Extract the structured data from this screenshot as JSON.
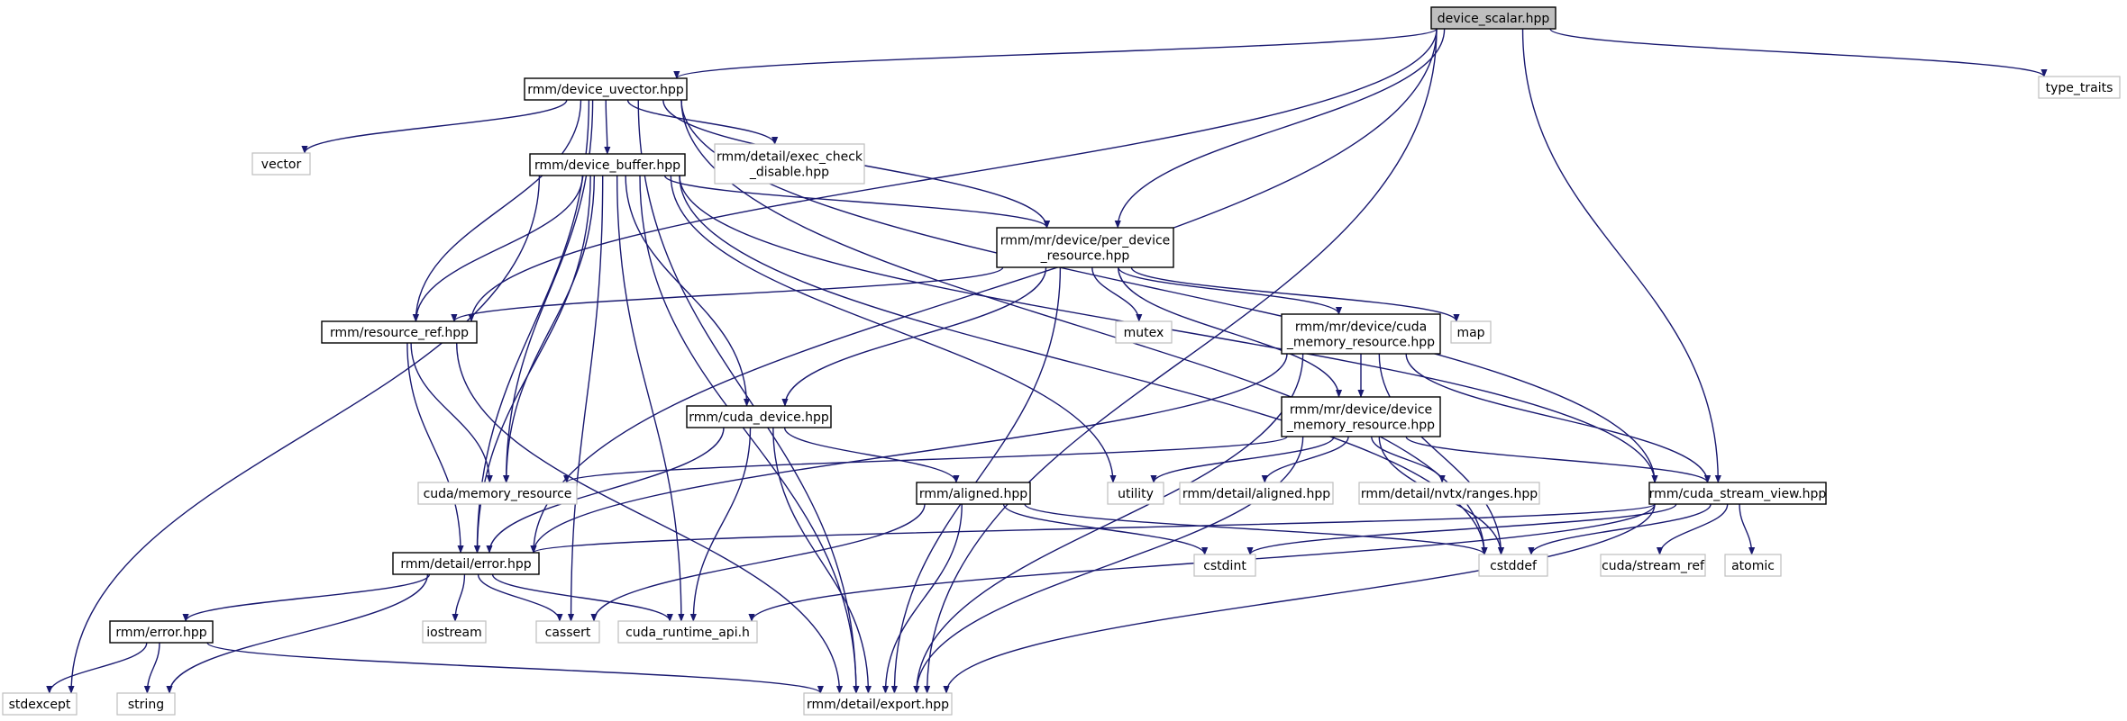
{
  "graph": {
    "colors": {
      "edge": "#191970",
      "main_border": "#000000",
      "ext_border": "#bfbfbf",
      "root_fill": "#bfbfbf"
    },
    "nodes": [
      {
        "id": "device_scalar",
        "label": [
          "device_scalar.hpp"
        ],
        "kind": "root"
      },
      {
        "id": "device_uvector",
        "label": [
          "rmm/device_uvector.hpp"
        ],
        "kind": "main"
      },
      {
        "id": "type_traits",
        "label": [
          "type_traits"
        ],
        "kind": "ext"
      },
      {
        "id": "vector",
        "label": [
          "vector"
        ],
        "kind": "ext"
      },
      {
        "id": "exec_check_disable",
        "label": [
          "rmm/detail/exec_check",
          "_disable.hpp"
        ],
        "kind": "ext"
      },
      {
        "id": "device_buffer",
        "label": [
          "rmm/device_buffer.hpp"
        ],
        "kind": "main"
      },
      {
        "id": "per_device_resource",
        "label": [
          "rmm/mr/device/per_device",
          "_resource.hpp"
        ],
        "kind": "main"
      },
      {
        "id": "resource_ref",
        "label": [
          "rmm/resource_ref.hpp"
        ],
        "kind": "main"
      },
      {
        "id": "mutex",
        "label": [
          "mutex"
        ],
        "kind": "ext"
      },
      {
        "id": "cuda_memory_resource",
        "label": [
          "rmm/mr/device/cuda",
          "_memory_resource.hpp"
        ],
        "kind": "main"
      },
      {
        "id": "map",
        "label": [
          "map"
        ],
        "kind": "ext"
      },
      {
        "id": "cuda_device",
        "label": [
          "rmm/cuda_device.hpp"
        ],
        "kind": "main"
      },
      {
        "id": "device_memory_resource",
        "label": [
          "rmm/mr/device/device",
          "_memory_resource.hpp"
        ],
        "kind": "main"
      },
      {
        "id": "cuda_memory_resource_ext",
        "label": [
          "cuda/memory_resource"
        ],
        "kind": "ext"
      },
      {
        "id": "aligned",
        "label": [
          "rmm/aligned.hpp"
        ],
        "kind": "main"
      },
      {
        "id": "utility",
        "label": [
          "utility"
        ],
        "kind": "ext"
      },
      {
        "id": "detail_aligned",
        "label": [
          "rmm/detail/aligned.hpp"
        ],
        "kind": "ext"
      },
      {
        "id": "nvtx_ranges",
        "label": [
          "rmm/detail/nvtx/ranges.hpp"
        ],
        "kind": "ext"
      },
      {
        "id": "cuda_stream_view",
        "label": [
          "rmm/cuda_stream_view.hpp"
        ],
        "kind": "main"
      },
      {
        "id": "detail_error",
        "label": [
          "rmm/detail/error.hpp"
        ],
        "kind": "main"
      },
      {
        "id": "cstdint",
        "label": [
          "cstdint"
        ],
        "kind": "ext"
      },
      {
        "id": "cstddef",
        "label": [
          "cstddef"
        ],
        "kind": "ext"
      },
      {
        "id": "stream_ref",
        "label": [
          "cuda/stream_ref"
        ],
        "kind": "ext"
      },
      {
        "id": "atomic",
        "label": [
          "atomic"
        ],
        "kind": "ext"
      },
      {
        "id": "rmm_error",
        "label": [
          "rmm/error.hpp"
        ],
        "kind": "main"
      },
      {
        "id": "iostream",
        "label": [
          "iostream"
        ],
        "kind": "ext"
      },
      {
        "id": "cassert",
        "label": [
          "cassert"
        ],
        "kind": "ext"
      },
      {
        "id": "cuda_runtime_api",
        "label": [
          "cuda_runtime_api.h"
        ],
        "kind": "ext"
      },
      {
        "id": "stdexcept",
        "label": [
          "stdexcept"
        ],
        "kind": "ext"
      },
      {
        "id": "string",
        "label": [
          "string"
        ],
        "kind": "ext"
      },
      {
        "id": "detail_export",
        "label": [
          "rmm/detail/export.hpp"
        ],
        "kind": "ext"
      }
    ],
    "edges": [
      [
        "device_scalar",
        "device_uvector"
      ],
      [
        "device_scalar",
        "type_traits"
      ],
      [
        "device_scalar",
        "per_device_resource"
      ],
      [
        "device_scalar",
        "resource_ref"
      ],
      [
        "device_scalar",
        "cuda_stream_view"
      ],
      [
        "device_scalar",
        "detail_error"
      ],
      [
        "device_scalar",
        "detail_export"
      ],
      [
        "device_uvector",
        "vector"
      ],
      [
        "device_uvector",
        "exec_check_disable"
      ],
      [
        "device_uvector",
        "device_buffer"
      ],
      [
        "device_uvector",
        "per_device_resource"
      ],
      [
        "device_uvector",
        "resource_ref"
      ],
      [
        "device_uvector",
        "cuda_memory_resource_ext"
      ],
      [
        "device_uvector",
        "cuda_stream_view"
      ],
      [
        "device_uvector",
        "cstddef"
      ],
      [
        "device_uvector",
        "detail_error"
      ],
      [
        "device_uvector",
        "detail_export"
      ],
      [
        "device_buffer",
        "per_device_resource"
      ],
      [
        "device_buffer",
        "resource_ref"
      ],
      [
        "device_buffer",
        "cuda_device"
      ],
      [
        "device_buffer",
        "cuda_memory_resource_ext"
      ],
      [
        "device_buffer",
        "utility"
      ],
      [
        "device_buffer",
        "cuda_stream_view"
      ],
      [
        "device_buffer",
        "cstddef"
      ],
      [
        "device_buffer",
        "detail_error"
      ],
      [
        "device_buffer",
        "cassert"
      ],
      [
        "device_buffer",
        "cuda_runtime_api"
      ],
      [
        "device_buffer",
        "stdexcept"
      ],
      [
        "device_buffer",
        "detail_export"
      ],
      [
        "per_device_resource",
        "resource_ref"
      ],
      [
        "per_device_resource",
        "mutex"
      ],
      [
        "per_device_resource",
        "cuda_memory_resource"
      ],
      [
        "per_device_resource",
        "map"
      ],
      [
        "per_device_resource",
        "cuda_device"
      ],
      [
        "per_device_resource",
        "device_memory_resource"
      ],
      [
        "per_device_resource",
        "detail_export"
      ],
      [
        "resource_ref",
        "cuda_memory_resource_ext"
      ],
      [
        "resource_ref",
        "detail_error"
      ],
      [
        "resource_ref",
        "detail_export"
      ],
      [
        "cuda_memory_resource",
        "device_memory_resource"
      ],
      [
        "cuda_memory_resource",
        "cuda_stream_view"
      ],
      [
        "cuda_memory_resource",
        "cstddef"
      ],
      [
        "cuda_memory_resource",
        "detail_error"
      ],
      [
        "cuda_memory_resource",
        "detail_export"
      ],
      [
        "cuda_device",
        "aligned"
      ],
      [
        "cuda_device",
        "detail_error"
      ],
      [
        "cuda_device",
        "cuda_runtime_api"
      ],
      [
        "cuda_device",
        "detail_export"
      ],
      [
        "device_memory_resource",
        "cuda_memory_resource_ext"
      ],
      [
        "device_memory_resource",
        "utility"
      ],
      [
        "device_memory_resource",
        "detail_aligned"
      ],
      [
        "device_memory_resource",
        "nvtx_ranges"
      ],
      [
        "device_memory_resource",
        "cuda_stream_view"
      ],
      [
        "device_memory_resource",
        "cstddef"
      ],
      [
        "device_memory_resource",
        "detail_export"
      ],
      [
        "aligned",
        "cstdint"
      ],
      [
        "aligned",
        "cstddef"
      ],
      [
        "aligned",
        "cassert"
      ],
      [
        "aligned",
        "detail_export"
      ],
      [
        "cuda_stream_view",
        "detail_error"
      ],
      [
        "cuda_stream_view",
        "cstdint"
      ],
      [
        "cuda_stream_view",
        "cstddef"
      ],
      [
        "cuda_stream_view",
        "stream_ref"
      ],
      [
        "cuda_stream_view",
        "atomic"
      ],
      [
        "cuda_stream_view",
        "cuda_runtime_api"
      ],
      [
        "cuda_stream_view",
        "detail_export"
      ],
      [
        "detail_error",
        "rmm_error"
      ],
      [
        "detail_error",
        "iostream"
      ],
      [
        "detail_error",
        "cassert"
      ],
      [
        "detail_error",
        "cuda_runtime_api"
      ],
      [
        "detail_error",
        "string"
      ],
      [
        "rmm_error",
        "stdexcept"
      ],
      [
        "rmm_error",
        "string"
      ],
      [
        "rmm_error",
        "detail_export"
      ]
    ]
  }
}
